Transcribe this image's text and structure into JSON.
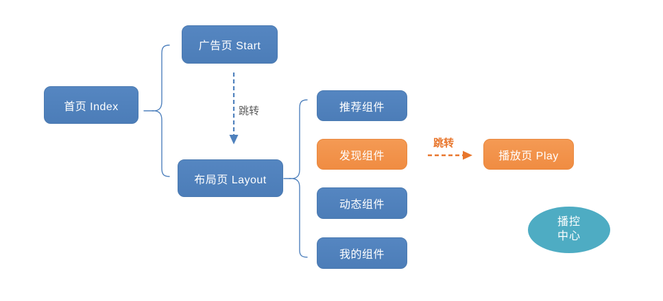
{
  "nodes": {
    "index": {
      "label": "首页 Index",
      "color": "blue"
    },
    "start": {
      "label": "广告页 Start",
      "color": "blue"
    },
    "layout": {
      "label": "布局页 Layout",
      "color": "blue"
    },
    "recommend": {
      "label": "推荐组件",
      "color": "blue"
    },
    "discover": {
      "label": "发现组件",
      "color": "orange"
    },
    "dynamic": {
      "label": "动态组件",
      "color": "blue"
    },
    "mine": {
      "label": "我的组件",
      "color": "blue"
    },
    "play": {
      "label": "播放页 Play",
      "color": "orange"
    },
    "playback_center": {
      "line1": "播控",
      "line2": "中心",
      "color": "teal",
      "shape": "ellipse"
    }
  },
  "edges": {
    "start_to_layout": {
      "label": "跳转",
      "style": "dashed",
      "direction": "down"
    },
    "discover_to_play": {
      "label": "跳转",
      "style": "dashed",
      "direction": "right"
    }
  },
  "colors": {
    "node_blue": "#4F81BD",
    "node_orange": "#F2924A",
    "node_teal": "#4EACC3",
    "edge_blue": "#4F81BD",
    "edge_orange": "#E8762C",
    "label_gray": "#595959",
    "text_white": "#FFFFFF",
    "background": "#FFFFFF"
  }
}
